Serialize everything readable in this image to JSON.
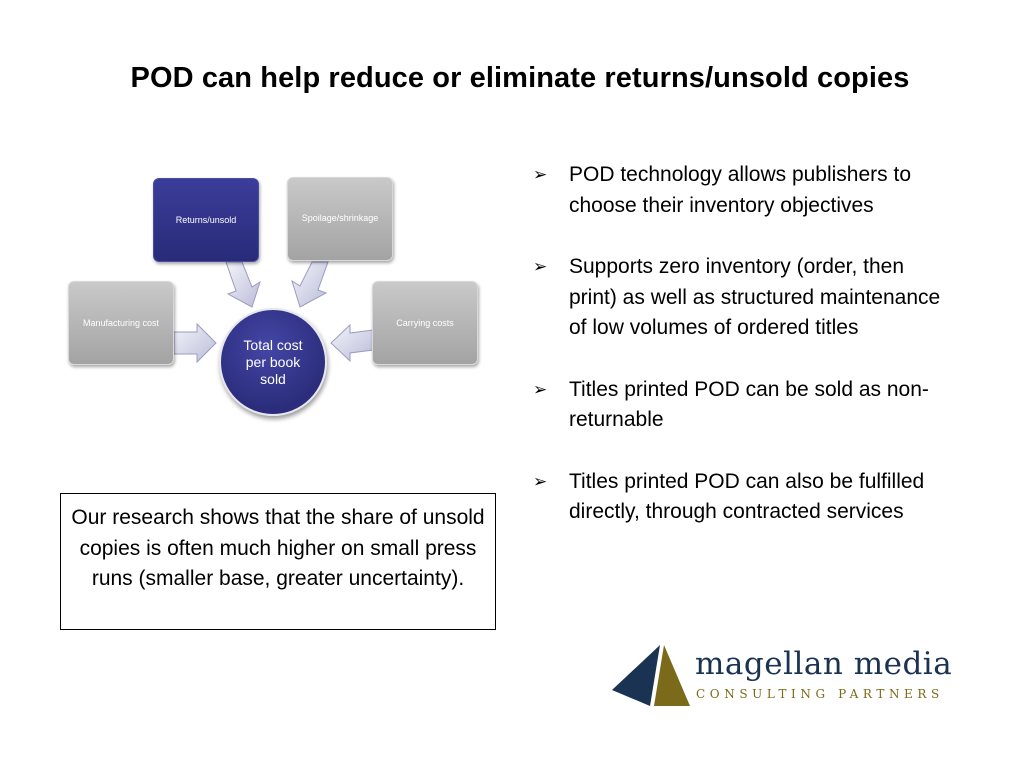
{
  "slide": {
    "title": "POD can help reduce or eliminate returns/unsold copies"
  },
  "diagram": {
    "center": {
      "lines": [
        "Total cost",
        "per book",
        "sold"
      ]
    },
    "boxes": {
      "returns": "Returns/unsold",
      "spoilage": "Spoilage/shrinkage",
      "manufacturing": "Manufacturing cost",
      "carrying": "Carrying costs"
    },
    "colors": {
      "highlight": "#2b2d7c",
      "neutral": "#b5b5b5"
    }
  },
  "bullets": [
    "POD technology allows publishers to choose their inventory objectives",
    "Supports zero inventory (order, then print) as well as structured maintenance of low volumes of ordered titles",
    "Titles printed POD can be sold as non-returnable",
    "Titles printed POD can also be fulfilled directly, through contracted services"
  ],
  "bullet_marker": "➢",
  "research_note": "Our research shows that the share of unsold copies is often much higher on small press runs (smaller base, greater uncertainty).",
  "logo": {
    "name": "magellan media",
    "tagline": "CONSULTING PARTNERS",
    "colors": {
      "navy": "#1a3352",
      "olive": "#7a6a1a"
    }
  }
}
